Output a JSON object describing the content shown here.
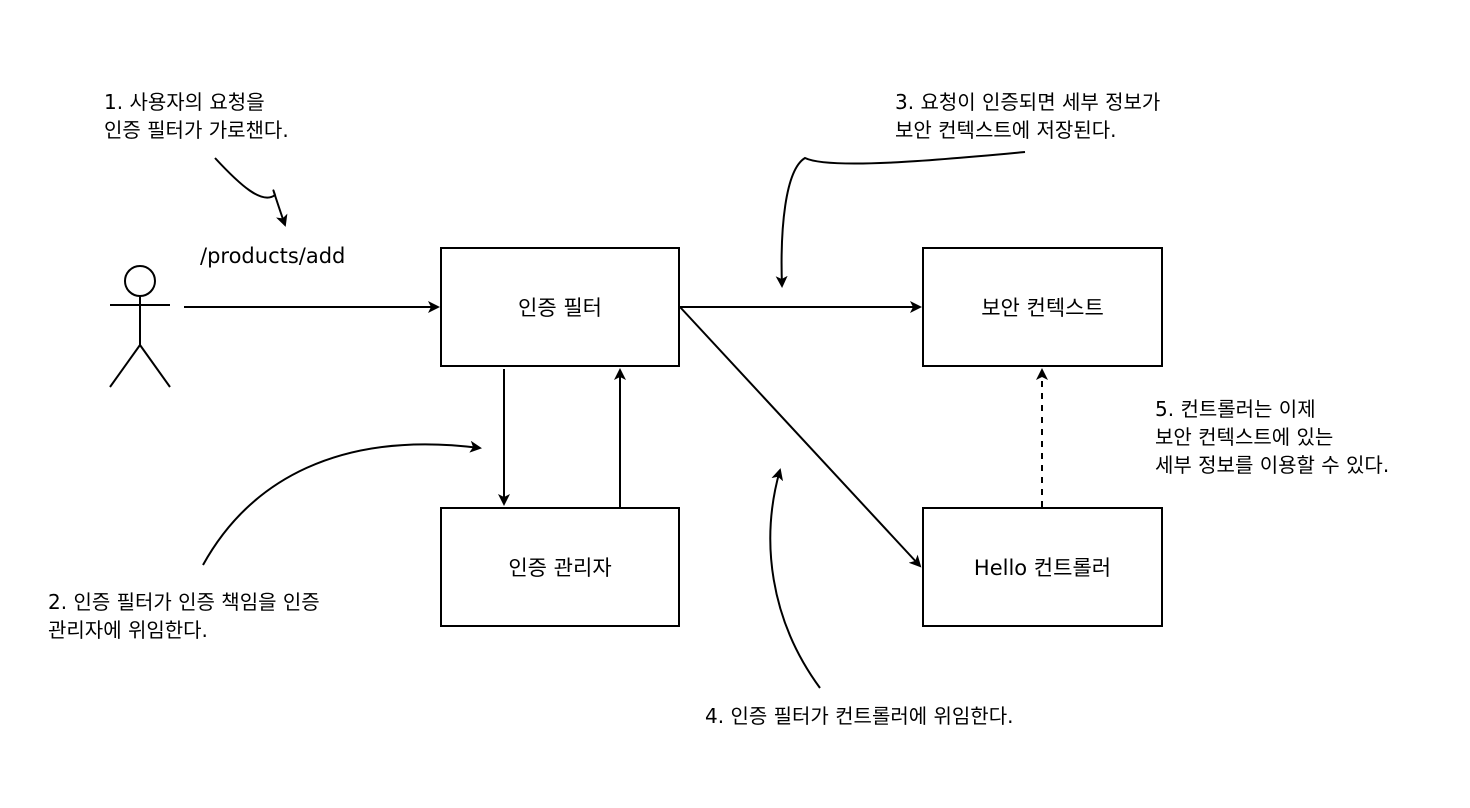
{
  "colors": {
    "stroke": "#000000",
    "background": "#ffffff",
    "text": "#000000"
  },
  "actor": {
    "icon": "stick-figure-icon"
  },
  "edge_labels": {
    "request_path": "/products/add"
  },
  "boxes": {
    "auth_filter": "인증 필터",
    "auth_manager": "인증 관리자",
    "security_context": "보안 컨텍스트",
    "hello_controller": "Hello 컨트롤러"
  },
  "notes": {
    "step1": [
      "1. 사용자의 요청을",
      "인증 필터가 가로챈다."
    ],
    "step2": [
      "2. 인증 필터가 인증 책임을 인증",
      "관리자에 위임한다."
    ],
    "step3": [
      "3. 요청이 인증되면 세부 정보가",
      "보안 컨텍스트에 저장된다."
    ],
    "step4": [
      "4. 인증 필터가 컨트롤러에 위임한다."
    ],
    "step5": [
      "5. 컨트롤러는 이제",
      "보안 컨텍스트에 있는",
      "세부 정보를 이용할 수 있다."
    ]
  }
}
